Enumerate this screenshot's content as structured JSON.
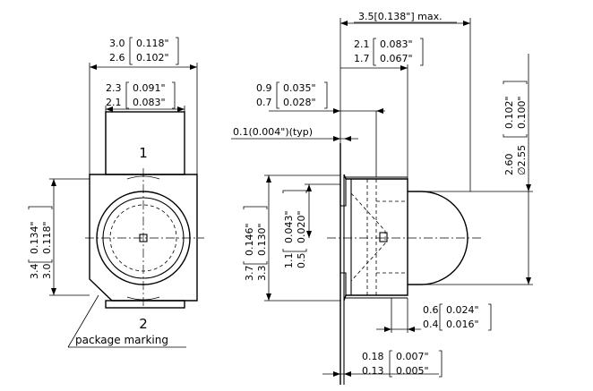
{
  "front_view": {
    "pin1_label": "1",
    "pin2_label": "2",
    "package_marking": "package marking",
    "dim_outer_width": {
      "max": "3.0",
      "min": "2.6",
      "max_in": "0.118\"",
      "min_in": "0.102\""
    },
    "dim_inner_width": {
      "max": "2.3",
      "min": "2.1",
      "max_in": "0.091\"",
      "min_in": "0.083\""
    },
    "dim_height": {
      "max": "3.4",
      "min": "3.0",
      "max_in": "0.134\"",
      "min_in": "0.118\""
    }
  },
  "side_view": {
    "dim_overall": "3.5[0.138\"] max.",
    "dim_body_width": {
      "max": "2.1",
      "min": "1.7",
      "max_in": "0.083\"",
      "min_in": "0.067\""
    },
    "dim_lead_offset": {
      "max": "0.9",
      "min": "0.7",
      "max_in": "0.035\"",
      "min_in": "0.028\""
    },
    "dim_typ": "0.1(0.004\")(typ)",
    "dim_height": {
      "max": "3.7",
      "min": "3.3",
      "max_in": "0.146\"",
      "min_in": "0.130\""
    },
    "dim_center": {
      "max": "1.1",
      "min": "0.5",
      "max_in": "0.043\"",
      "min_in": "0.020\""
    },
    "dim_diameter": {
      "max": "2.60",
      "min": "∅2.55",
      "max_in": "0.102\"",
      "min_in": "0.100\""
    },
    "dim_dome_base": {
      "max": "0.6",
      "min": "0.4",
      "max_in": "0.024\"",
      "min_in": "0.016\""
    },
    "dim_lead_thickness": {
      "max": "0.18",
      "min": "0.13",
      "max_in": "0.007\"",
      "min_in": "0.005\""
    }
  }
}
